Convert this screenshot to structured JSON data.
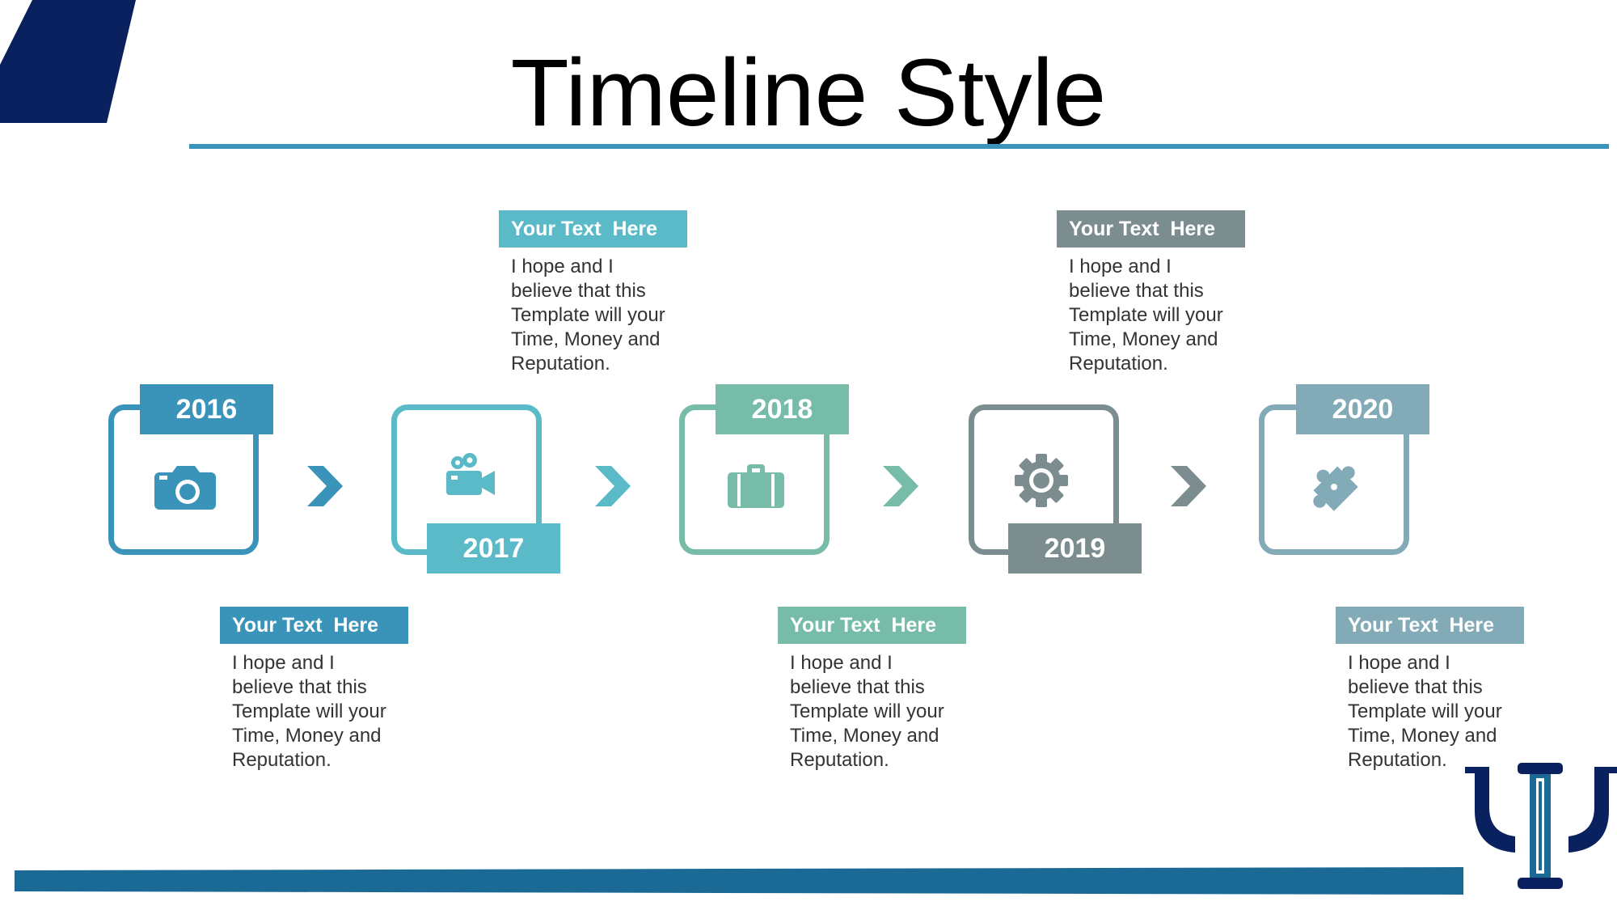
{
  "slide": {
    "title": "Timeline Style",
    "colors": {
      "navy": "#0a2160",
      "title_rule": "#3a93b8",
      "bottom_bar": "#1b6a96",
      "step_2016": "#3a93b8",
      "step_2017": "#5bbac7",
      "step_2018": "#76bca8",
      "step_2019": "#7b8d8f",
      "step_2020": "#82aab7"
    }
  },
  "steps": [
    {
      "year": "2016",
      "icon": "camera-icon"
    },
    {
      "year": "2017",
      "icon": "video-camera-icon"
    },
    {
      "year": "2018",
      "icon": "briefcase-icon"
    },
    {
      "year": "2019",
      "icon": "gear-icon"
    },
    {
      "year": "2020",
      "icon": "puzzle-icon"
    }
  ],
  "notes": [
    {
      "title": "Your Text  Here",
      "body": "I hope and I\nbelieve that this\nTemplate will your\nTime, Money and\nReputation."
    },
    {
      "title": "Your Text  Here",
      "body": "I hope and I\nbelieve that this\nTemplate will your\nTime, Money and\nReputation."
    },
    {
      "title": "Your Text  Here",
      "body": "I hope and I\nbelieve that this\nTemplate will your\nTime, Money and\nReputation."
    },
    {
      "title": "Your Text  Here",
      "body": "I hope and I\nbelieve that this\nTemplate will your\nTime, Money and\nReputation."
    },
    {
      "title": "Your Text  Here",
      "body": "I hope and I\nbelieve that this\nTemplate will your\nTime, Money and\nReputation."
    }
  ]
}
